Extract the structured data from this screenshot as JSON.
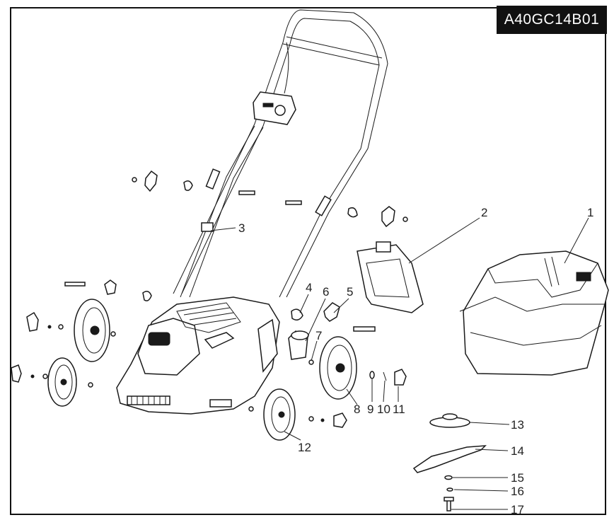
{
  "model_code": "A40GC14B01",
  "labels": [
    "1",
    "2",
    "3",
    "4",
    "5",
    "6",
    "7",
    "8",
    "9",
    "10",
    "11",
    "12",
    "13",
    "14",
    "15",
    "16",
    "17"
  ]
}
